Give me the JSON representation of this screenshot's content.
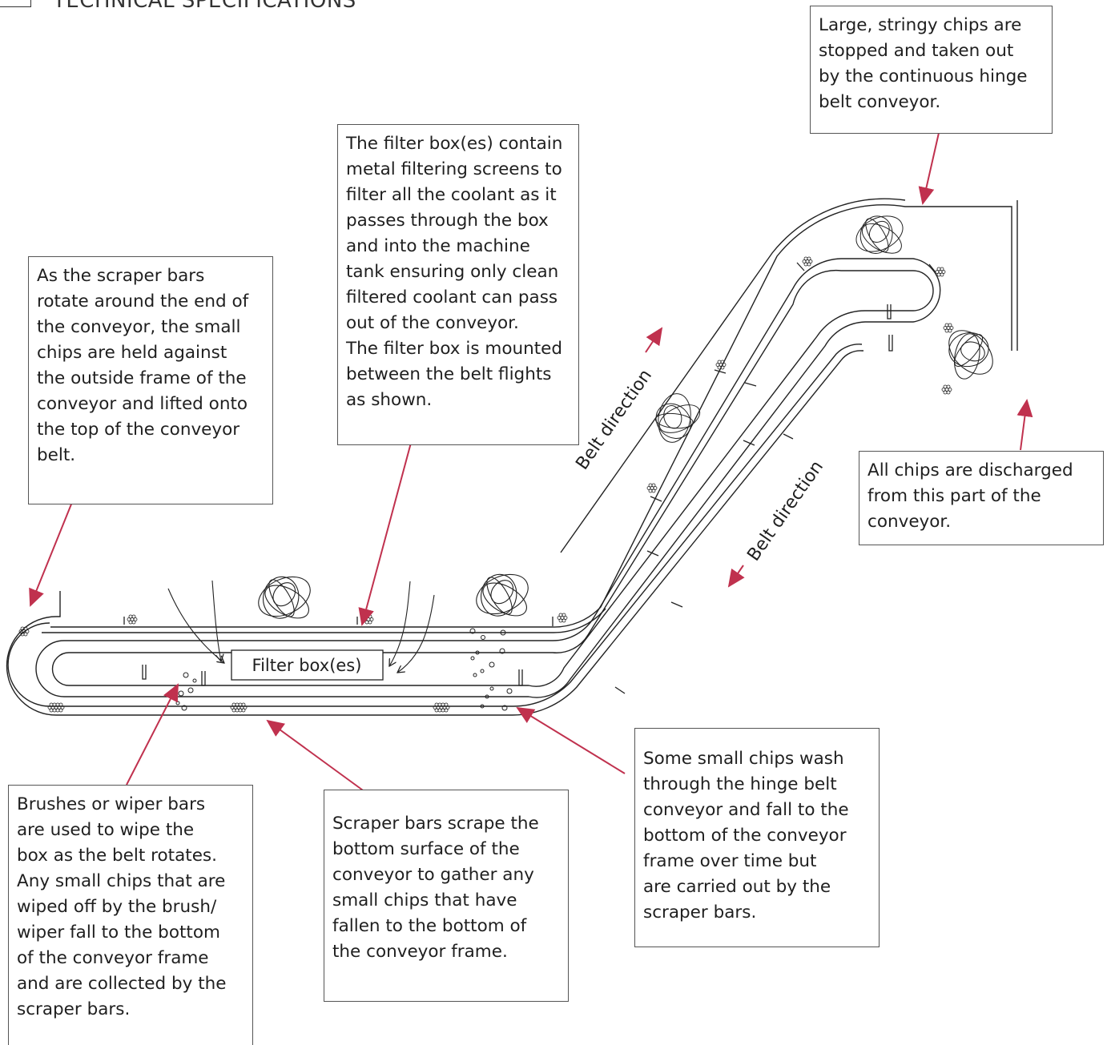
{
  "header": {
    "title": "TECHNICAL SPECIFICATIONS"
  },
  "callouts": {
    "scraper_rotate": "As the scraper bars\nrotate around the end of\nthe conveyor, the small\nchips are held against\nthe outside frame of the\nconveyor and lifted onto\nthe top of the conveyor\nbelt.",
    "filter_box": "The filter box(es) contain\nmetal filtering screens to\nfilter all the coolant as it\npasses through the box\nand into the machine\ntank ensuring only clean\nfiltered coolant can pass\nout of the conveyor.\nThe filter box is mounted\nbetween the belt flights\nas shown.",
    "large_chips": "Large, stringy chips are\nstopped and taken out\nby the continuous hinge\nbelt conveyor.",
    "discharge": "All chips are discharged\nfrom this part of the\nconveyor.",
    "brushes": "Brushes or wiper bars\nare used to wipe the\nbox as the belt rotates.\nAny small chips that are\nwiped off by the brush/\nwiper fall to the bottom\nof the conveyor frame\nand are collected by the\nscraper bars.",
    "scraper_bottom": "Scraper bars scrape the\nbottom surface of the\nconveyor to gather any\nsmall chips that have\nfallen to the bottom of\nthe conveyor frame.",
    "small_chips": "Some small chips wash\nthrough the hinge belt\nconveyor and fall to the\nbottom of the conveyor\nframe over time but\nare carried out by the\nscraper bars."
  },
  "diagram": {
    "filter_box_label": "Filter box(es)",
    "belt_direction_upper": "Belt direction",
    "belt_direction_lower": "Belt direction",
    "arrow_color": "#c0314e",
    "line_color": "#222222"
  }
}
